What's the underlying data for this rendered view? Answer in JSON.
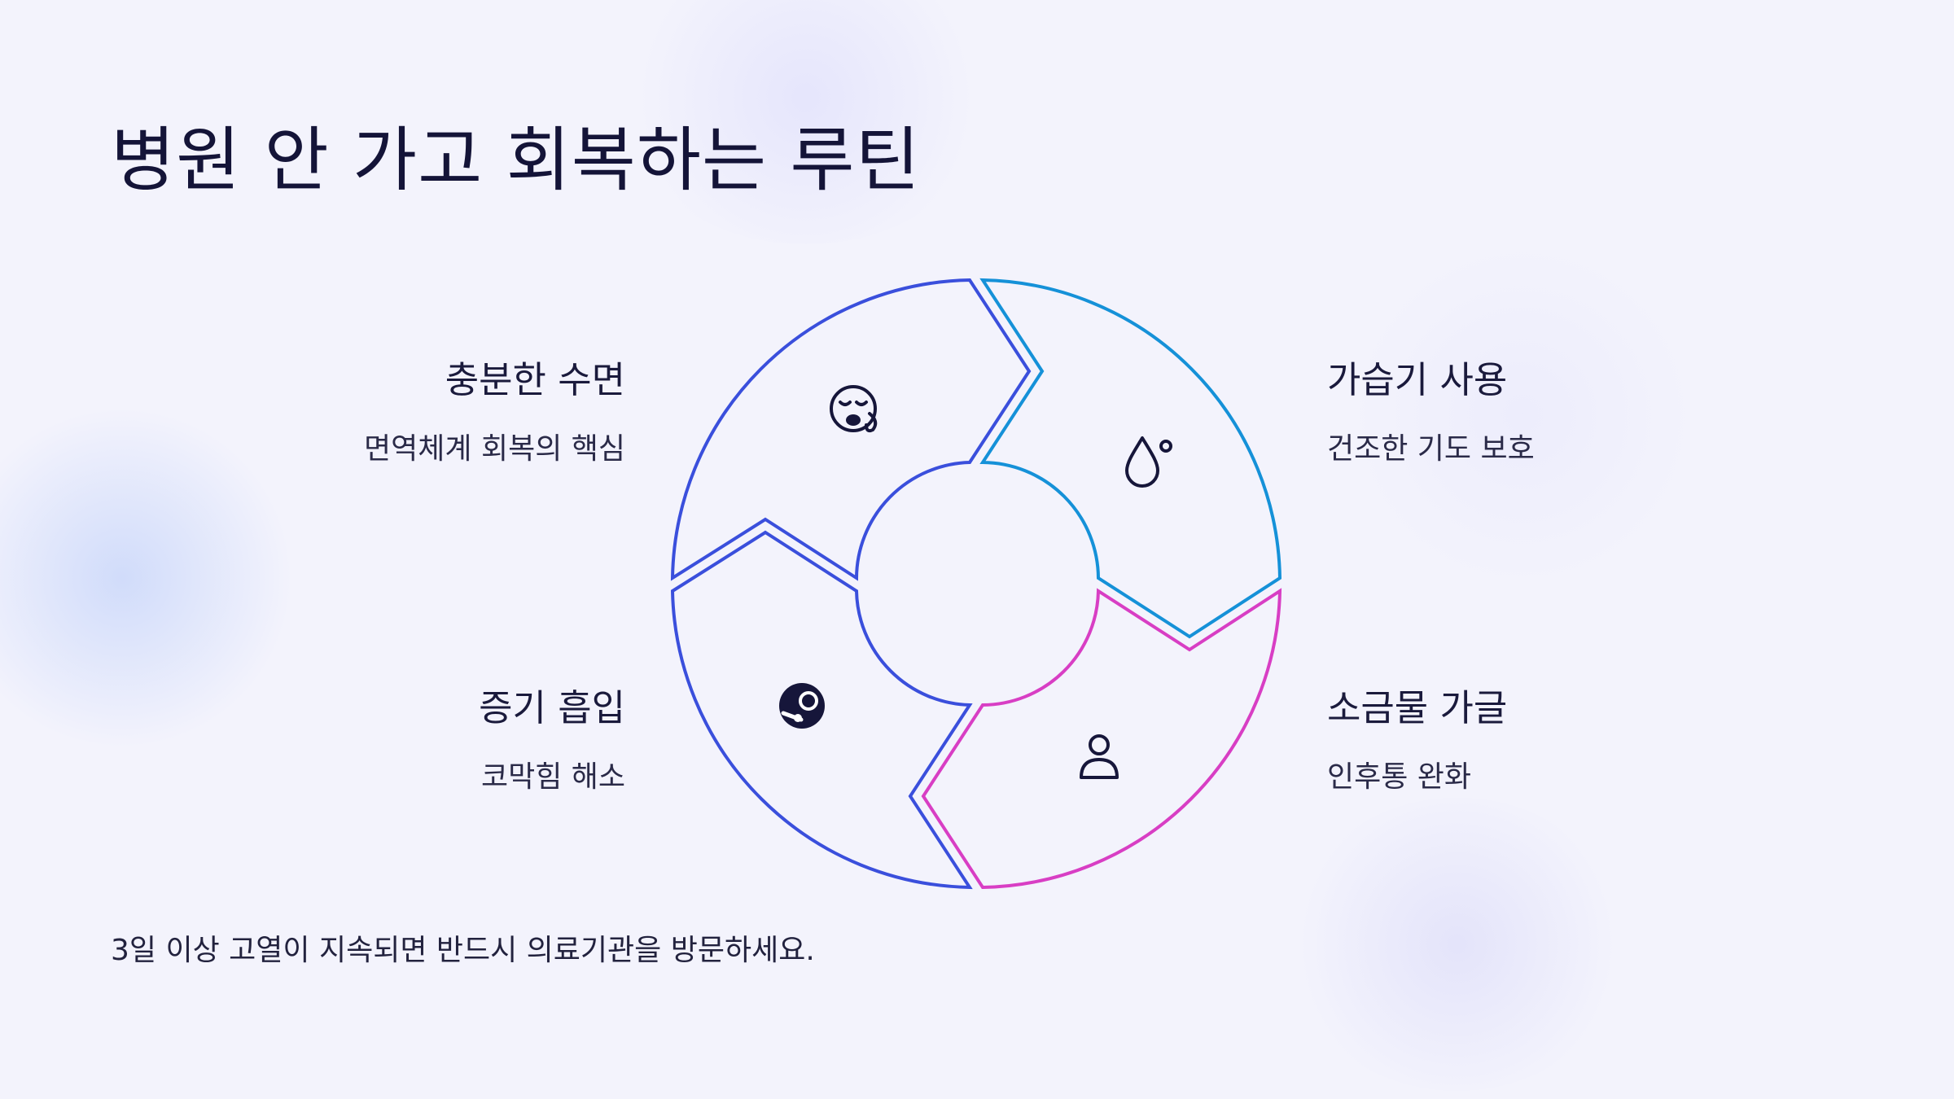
{
  "title": "병원 안 가고 회복하는 루틴",
  "steps": [
    {
      "heading": "충분한 수면",
      "desc": "면역체계 회복의 핵심",
      "icon": "sleeping-face-icon"
    },
    {
      "heading": "가습기 사용",
      "desc": "건조한 기도 보호",
      "icon": "water-drop-icon"
    },
    {
      "heading": "증기 흡입",
      "desc": "코막힘 해소",
      "icon": "steam-icon"
    },
    {
      "heading": "소금물 가글",
      "desc": "인후통 완화",
      "icon": "person-icon"
    }
  ],
  "footer": "3일 이상 고열이 지속되면 반드시 의료기관을 방문하세요.",
  "colors": {
    "blue": "#3a4fdc",
    "cyan": "#1591d8",
    "magenta": "#d83ec4",
    "background": "#f3f3fc"
  }
}
